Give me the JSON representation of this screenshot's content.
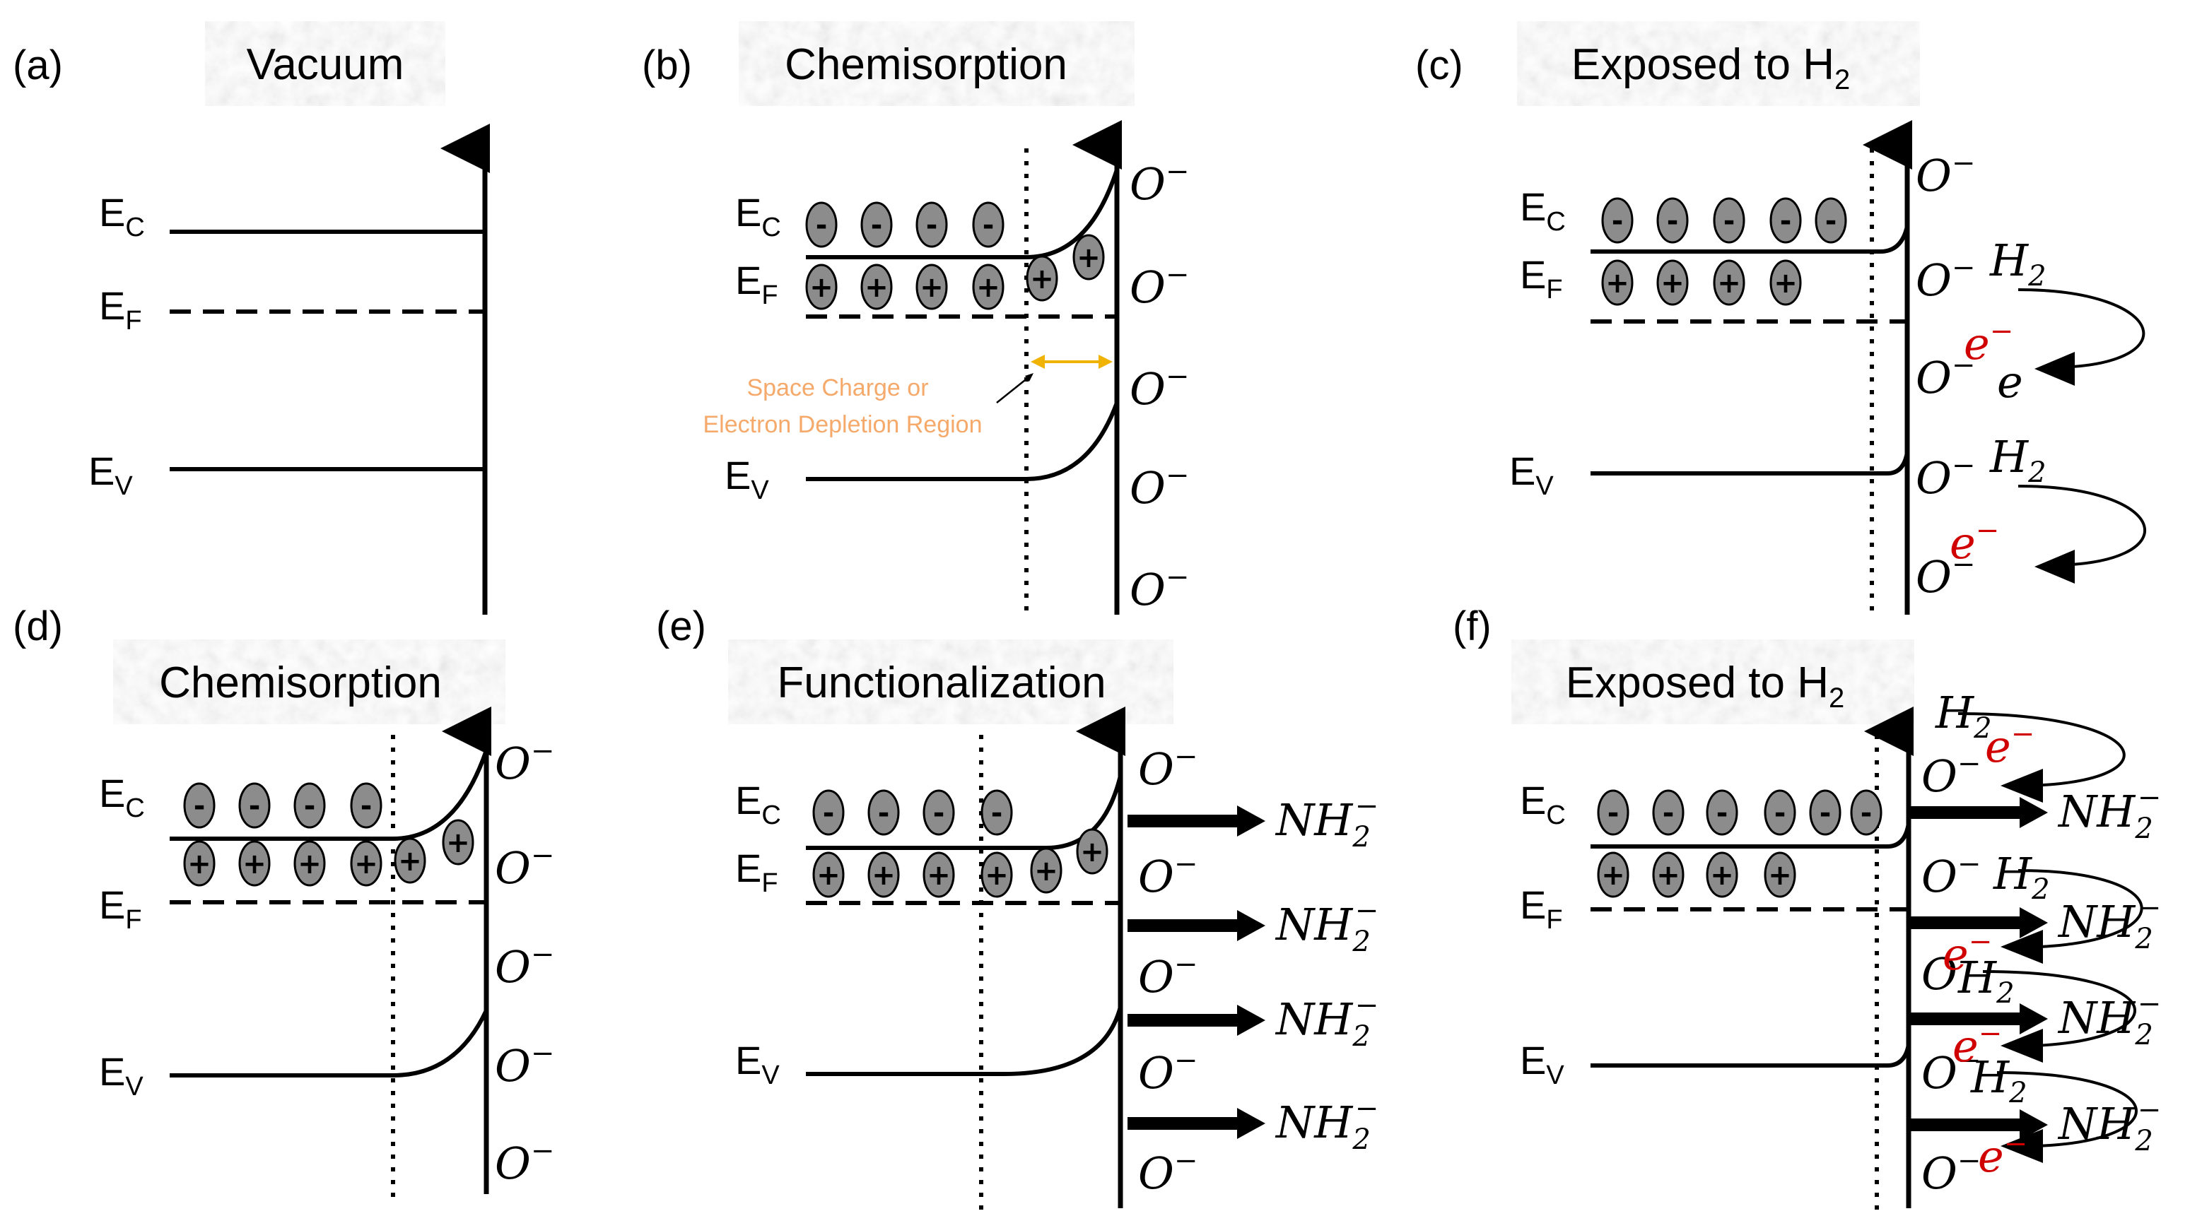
{
  "colors": {
    "line": "#000000",
    "carrier_fill": "#8c8c8c",
    "electron_red": "#d00000",
    "annotation": "#f5a96a",
    "depletion_arrow": "#f0b400"
  },
  "panels": [
    {
      "tag": "(a)",
      "title": "Vacuum"
    },
    {
      "tag": "(b)",
      "title": "Chemisorption"
    },
    {
      "tag": "(c)",
      "title": "Exposed to H",
      "title_sub": "2"
    },
    {
      "tag": "(d)",
      "title": "Chemisorption"
    },
    {
      "tag": "(e)",
      "title": "Functionalization"
    },
    {
      "tag": "(f)",
      "title": "Exposed to H",
      "title_sub": "2"
    }
  ],
  "bands": {
    "E": "E",
    "C": "C",
    "F": "F",
    "V": "V"
  },
  "species": {
    "oxygen": "O",
    "oxygen_charge": "−",
    "hydrogen": "H",
    "hydrogen_sub": "2",
    "electron": "e",
    "electron_charge": "−",
    "amine": "NH",
    "amine_sub": "2",
    "amine_charge": "−"
  },
  "carriers": {
    "negative": "-",
    "positive": "+"
  },
  "annotation": {
    "line1": "Space Charge or",
    "line2": "Electron Depletion Region"
  }
}
